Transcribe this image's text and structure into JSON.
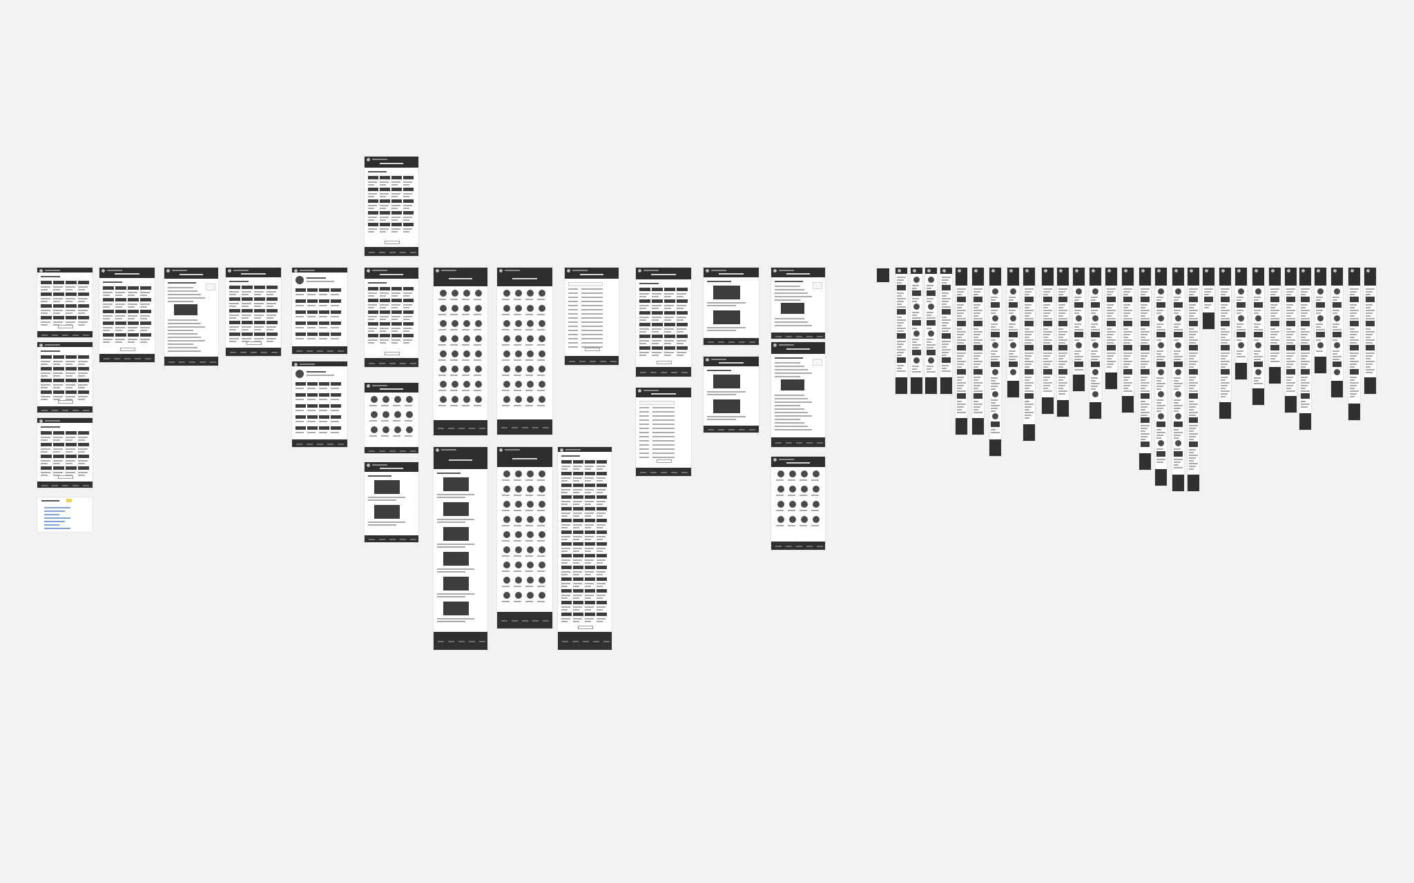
{
  "canvas": {
    "background": "#f2f2f2",
    "board_fill": "#ffffff",
    "chrome_dark": "#2e2e2e",
    "accent_note": "#f2d14a"
  },
  "artboards": [
    {
      "name": "artboard-1",
      "type": "listing",
      "hero": false
    },
    {
      "name": "artboard-2",
      "type": "listing",
      "hero": false
    },
    {
      "name": "artboard-3",
      "type": "listing",
      "hero": false
    },
    {
      "name": "artboard-4",
      "type": "note",
      "hero": false
    },
    {
      "name": "artboard-5",
      "type": "listing",
      "hero": true
    },
    {
      "name": "artboard-6",
      "type": "article",
      "hero": true
    },
    {
      "name": "artboard-7",
      "type": "grid",
      "hero": true
    },
    {
      "name": "artboard-8",
      "type": "profile",
      "hero": false
    },
    {
      "name": "artboard-9",
      "type": "profile",
      "hero": false
    },
    {
      "name": "artboard-10",
      "type": "grid",
      "hero": true
    },
    {
      "name": "artboard-11",
      "type": "grid",
      "hero": true
    },
    {
      "name": "artboard-12",
      "type": "people",
      "hero": true
    },
    {
      "name": "artboard-13",
      "type": "media",
      "hero": true
    },
    {
      "name": "artboard-14",
      "type": "people",
      "hero": true
    },
    {
      "name": "artboard-15",
      "type": "people",
      "hero": true
    },
    {
      "name": "artboard-16",
      "type": "form",
      "hero": true
    },
    {
      "name": "artboard-17",
      "type": "media",
      "hero": true
    },
    {
      "name": "artboard-18",
      "type": "people",
      "hero": true
    },
    {
      "name": "artboard-19",
      "type": "grid",
      "hero": false
    },
    {
      "name": "artboard-20",
      "type": "grid",
      "hero": true
    },
    {
      "name": "artboard-21",
      "type": "form",
      "hero": true
    },
    {
      "name": "artboard-22",
      "type": "media",
      "hero": true
    },
    {
      "name": "artboard-23",
      "type": "media",
      "hero": true
    },
    {
      "name": "artboard-24",
      "type": "article",
      "hero": true
    },
    {
      "name": "artboard-25",
      "type": "article",
      "hero": true
    },
    {
      "name": "artboard-26",
      "type": "people",
      "hero": true
    }
  ],
  "mobile_screens": {
    "count": 30,
    "first_is_icon": true
  }
}
